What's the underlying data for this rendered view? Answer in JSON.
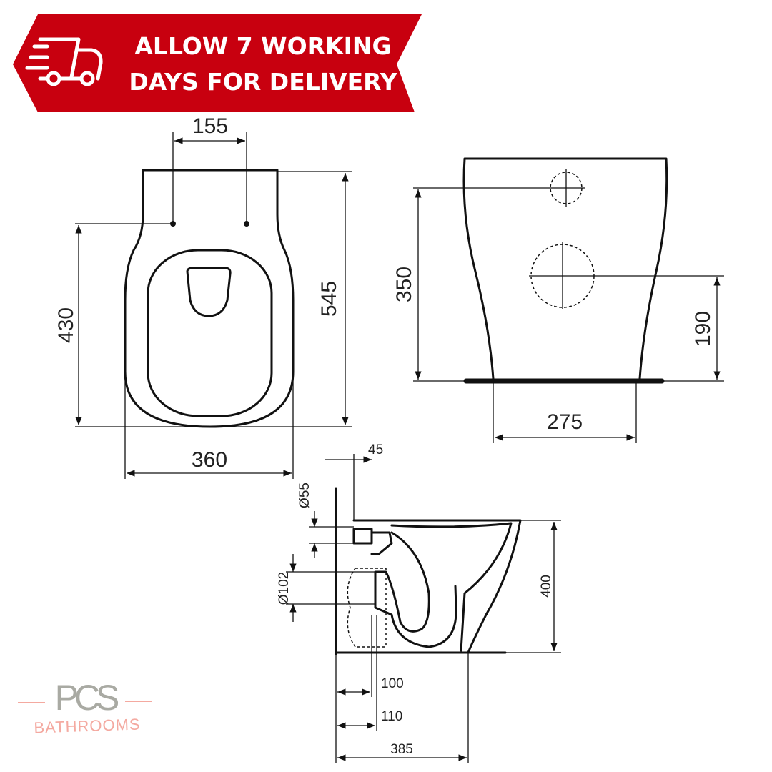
{
  "banner": {
    "line1": "ALLOW 7 WORKING",
    "line2": "DAYS FOR DELIVERY",
    "icon": "delivery-truck-icon",
    "color": "#c8000f"
  },
  "top_view": {
    "hole_spacing": "155",
    "overall_length": "545",
    "fixing_length": "430",
    "width": "360"
  },
  "front_view": {
    "upper_inlet_height": "350",
    "lower_inlet_height": "190",
    "base_width": "275"
  },
  "side_view": {
    "inlet_offset": "45",
    "inlet_diameter": "Ø55",
    "outlet_diameter": "Ø102",
    "height": "400",
    "outlet_distance_1": "100",
    "outlet_distance_2": "110",
    "depth": "385"
  },
  "logo": {
    "mark": "PCS",
    "name": "BATHROOMS",
    "mark_color": "#a9aaa3",
    "name_color": "#f4a9a0"
  }
}
